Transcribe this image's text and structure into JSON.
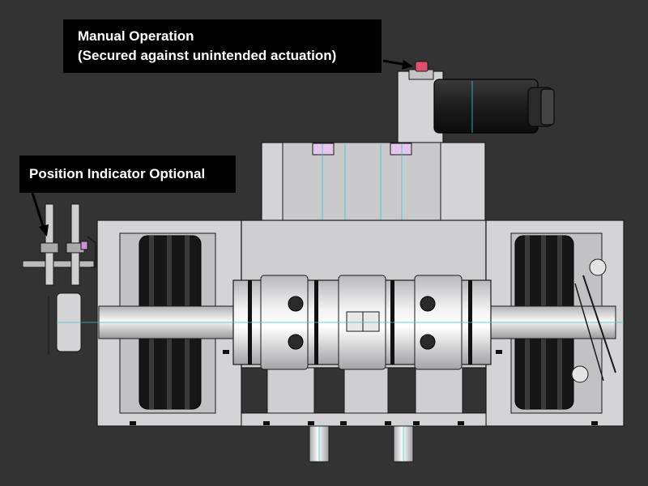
{
  "callouts": {
    "manual_operation": {
      "line1": "Manual Operation",
      "line2": "(Secured against unintended actuation)"
    },
    "position_indicator": {
      "text": "Position Indicator Optional"
    }
  },
  "colors": {
    "background": "#333333",
    "label_background": "#000000",
    "label_text": "#ffffff",
    "housing": "#d4d4d6",
    "housing_shade": "#bcbcbf",
    "piston": "#161616",
    "outline": "#1a1a1a",
    "centerline": "#35c8c8",
    "push_button": "#e0506a"
  }
}
